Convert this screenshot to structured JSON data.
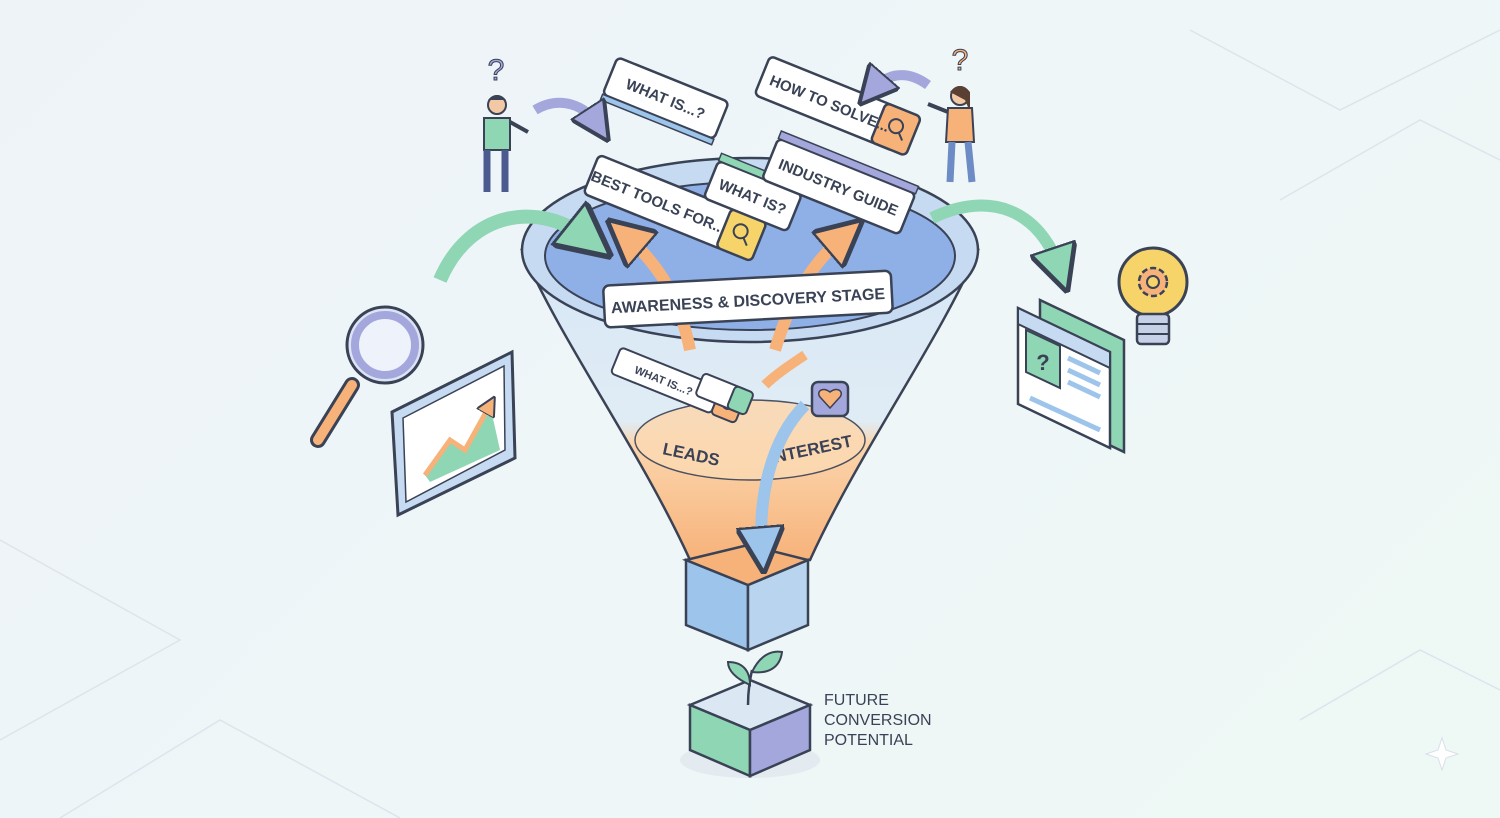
{
  "funnel": {
    "stage_label": "AWARENESS & DISCOVERY STAGE",
    "leads_label": "LEADS",
    "interest_label": "INTEREST"
  },
  "search_cards": {
    "what_is_top": "WHAT IS...?",
    "how_to_solve": "HOW TO SOLVE...",
    "best_tools": "BEST TOOLS FOR...",
    "what_is_mid": "WHAT IS?",
    "industry_guide": "INDUSTRY GUIDE",
    "what_is_small": "WHAT IS...?"
  },
  "question_mark": "?",
  "outcome": {
    "line1": "FUTURE",
    "line2": "CONVERSION",
    "line3": "POTENTIAL"
  },
  "colors": {
    "accent_green": "#8fd6b4",
    "accent_orange": "#f7b27a",
    "accent_blue": "#9dc4ea",
    "accent_purple": "#a3a7dc",
    "lightbulb_yellow": "#f6d46a",
    "outline": "#3a4256"
  },
  "icons": [
    "magnifier-icon",
    "growth-chart-icon",
    "lightbulb-gear-icon",
    "browser-window-icon",
    "heart-badge-icon",
    "search-icon",
    "sprout-icon"
  ]
}
